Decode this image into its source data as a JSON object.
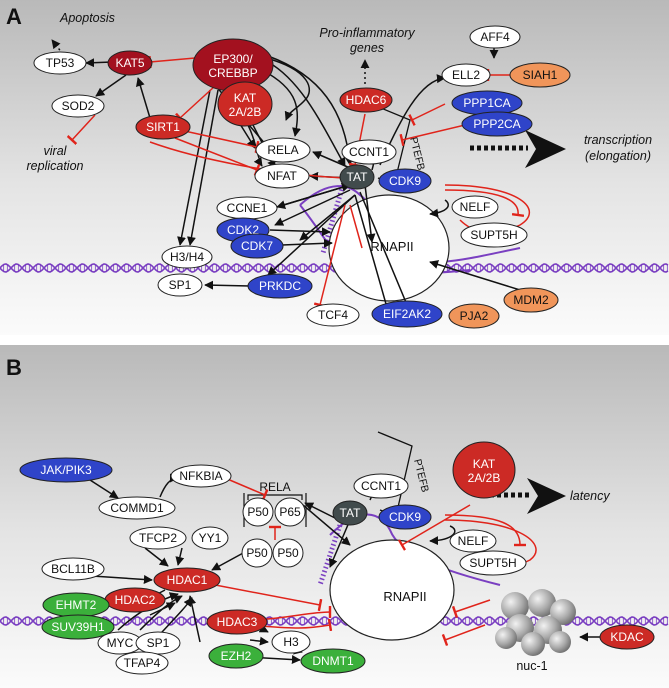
{
  "colors": {
    "red": "#cc2a25",
    "darkred": "#a3111f",
    "orange": "#f0955a",
    "blue": "#2f44c9",
    "green": "#3bb03b",
    "dark": "#414b4c",
    "purple": "#7a3fc1",
    "inhibit": "#e0241b"
  },
  "panelA": {
    "letter": "A",
    "labels": {
      "apoptosis": "Apoptosis",
      "proinflammatory": "Pro-inflammatory genes",
      "proinflammatory_l1": "Pro-inflammatory",
      "proinflammatory_l2": "genes",
      "viral_l1": "viral",
      "viral_l2": "replication",
      "transcription_l1": "transcription",
      "transcription_l2": "(elongation)",
      "ptefb": "PTEFB",
      "rnapii": "RNAPII"
    },
    "nodes": {
      "tp53": "TP53",
      "kat5": "KAT5",
      "ep300_l1": "EP300/",
      "ep300_l2": "CREBBP",
      "sod2": "SOD2",
      "kat2_l1": "KAT",
      "kat2_l2": "2A/2B",
      "sirt1": "SIRT1",
      "hdac6": "HDAC6",
      "aff4": "AFF4",
      "ell2": "ELL2",
      "siah1": "SIAH1",
      "ppp1ca": "PPP1CA",
      "ppp2ca": "PPP2CA",
      "rela": "RELA",
      "nfat": "NFAT",
      "ccnt1": "CCNT1",
      "tat": "TAT",
      "cdk9": "CDK9",
      "ccne1": "CCNE1",
      "cdk2": "CDK2",
      "cdk7": "CDK7",
      "nelf": "NELF",
      "supt5h": "SUPT5H",
      "h3h4": "H3/H4",
      "sp1": "SP1",
      "prkdc": "PRKDC",
      "tcf4": "TCF4",
      "eif2ak2": "EIF2AK2",
      "mdm2": "MDM2",
      "pja2": "PJA2"
    }
  },
  "panelB": {
    "letter": "B",
    "labels": {
      "latency": "latency",
      "ptefb": "PTEFB",
      "rnapii": "RNAPII",
      "rela": "RELA",
      "nuc1": "nuc-1"
    },
    "nodes": {
      "jak": "JAK/PIK3",
      "commd1": "COMMD1",
      "nfkbia": "NFKBIA",
      "p50a": "P50",
      "p65": "P65",
      "p50b": "P50",
      "p50c": "P50",
      "tfcp2": "TFCP2",
      "yy1": "YY1",
      "bcl11b": "BCL11B",
      "hdac1": "HDAC1",
      "hdac2": "HDAC2",
      "ehmt2": "EHMT2",
      "suv39h1": "SUV39H1",
      "myc": "MYC",
      "sp1": "SP1",
      "tfap4": "TFAP4",
      "hdac3": "HDAC3",
      "h3": "H3",
      "ezh2": "EZH2",
      "dnmt1": "DNMT1",
      "ccnt1": "CCNT1",
      "tat": "TAT",
      "cdk9": "CDK9",
      "kat2_l1": "KAT",
      "kat2_l2": "2A/2B",
      "nelf": "NELF",
      "supt5h": "SUPT5H",
      "kdac": "KDAC"
    }
  }
}
